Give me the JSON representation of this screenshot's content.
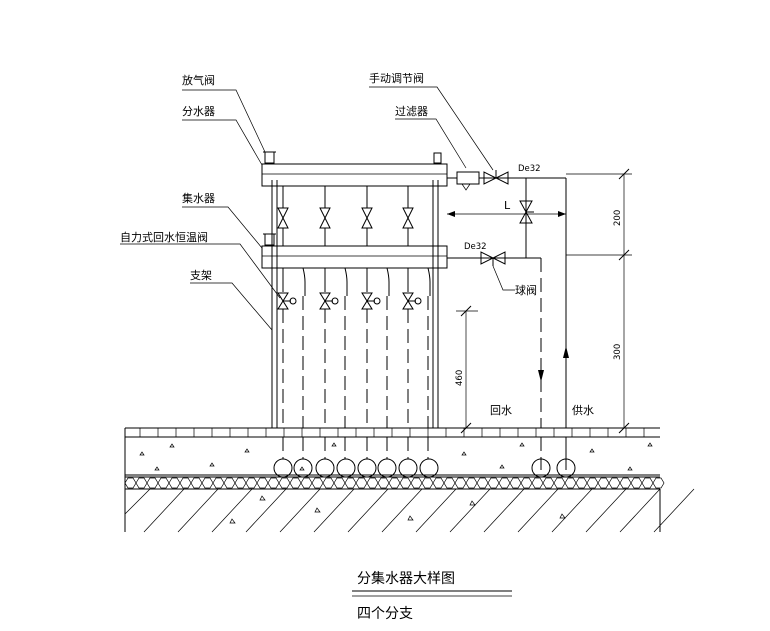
{
  "labels": {
    "vent_valve": "放气阀",
    "distributor": "分水器",
    "collector": "集水器",
    "thermostatic_valve": "自力式回水恒温阀",
    "bracket": "支架",
    "manual_valve": "手动调节阀",
    "filter": "过滤器",
    "ball_valve": "球阀",
    "return_water": "回水",
    "supply_water": "供水",
    "pipe_size_top": "De32",
    "pipe_size_bottom": "De32",
    "dim_L": "L",
    "dim_200": "200",
    "dim_300": "300",
    "dim_460": "460"
  },
  "title": {
    "main": "分集水器大样图",
    "sub": "四个分支"
  },
  "loops": {
    "count": 4
  }
}
